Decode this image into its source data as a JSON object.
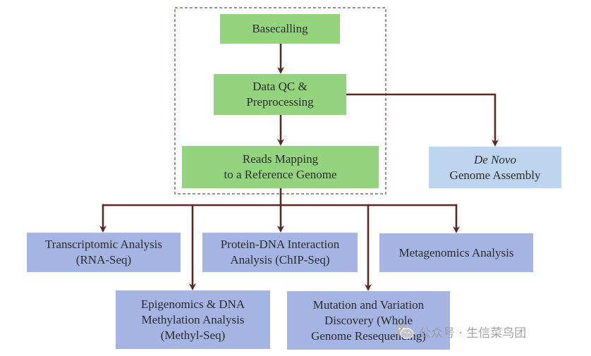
{
  "nodes": {
    "basecalling": [
      "Basecalling"
    ],
    "data_qc": [
      "Data QC &",
      "Preprocessing"
    ],
    "reads_mapping": [
      "Reads Mapping",
      "to a Reference Genome"
    ],
    "de_novo": {
      "italic": "De Novo",
      "rest": "Genome Assembly"
    },
    "transcriptomic": [
      "Transcriptomic Analysis",
      "(RNA-Seq)"
    ],
    "protein_dna": [
      "Protein-DNA Interaction",
      "Analysis (ChIP-Seq)"
    ],
    "metagenomics": [
      "Metagenomics Analysis"
    ],
    "epigenomics": [
      "Epigenomics & DNA",
      "Methylation Analysis",
      "(Methyl-Seq)"
    ],
    "mutation": [
      "Mutation and Variation",
      "Discovery (Whole",
      "Genome Resequencing)"
    ]
  },
  "watermark": {
    "text": "公众号 · 生信菜鸟团",
    "icon": "wechat-icon"
  },
  "colors": {
    "green": "#94d47e",
    "light_blue": "#bcd4ee",
    "blue": "#a4b5e3",
    "arrow": "#5a2a22",
    "dashed_border": "#6b4a44"
  }
}
